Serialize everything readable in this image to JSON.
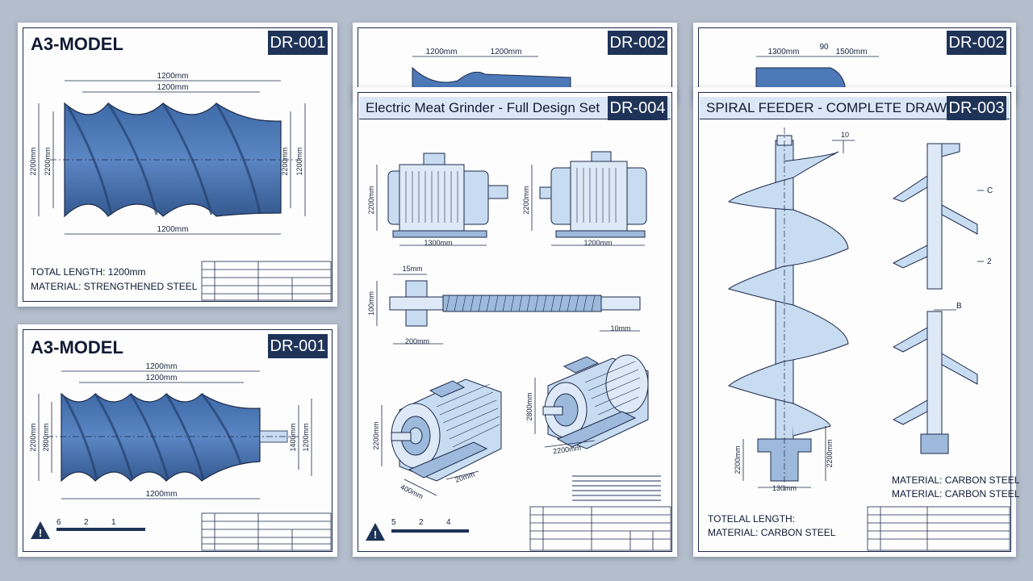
{
  "sheets": {
    "a": {
      "title": "A3-MODEL",
      "number": "DR-001",
      "dims": {
        "top_outer": "1200mm",
        "top_inner": "1200mm",
        "bottom": "1200mm",
        "left_outer": "2200mm",
        "left_inner": "2200mm",
        "right_inner": "2200mm",
        "right_outer": "1200mm"
      },
      "note_length": "TOTAL LENGTH: 1200mm",
      "note_material": "MATERIAL: STRENGTHENED STEEL"
    },
    "b": {
      "title": "A3-MODEL",
      "number": "DR-001",
      "dims": {
        "top_outer": "1200mm",
        "top_inner": "1200mm",
        "bottom": "1200mm",
        "left_outer": "2200mm",
        "left_inner": "2800mm",
        "right_inner": "1400mm",
        "right_outer": "1200mm"
      },
      "scale_labels": [
        "6",
        "2",
        "1"
      ]
    },
    "c": {
      "number": "DR-002",
      "dims": [
        "1200mm",
        "1200mm"
      ]
    },
    "d": {
      "title": "Electric Meat Grinder - Full Design Set",
      "number": "DR-004",
      "dims": {
        "motor1_w": "1300mm",
        "motor1_h": "2200mm",
        "motor2_w": "1200mm",
        "motor2_h": "2200mm",
        "shaft_top": "15mm",
        "shaft_h": "100mm",
        "shaft_bottom": "200mm",
        "shaft_end": "10mm",
        "iso1_h": "2200mm",
        "iso1_w": "400mm",
        "iso1_d": "20mm",
        "iso2_h": "2800mm",
        "iso2_w": "2200mm"
      },
      "scale_labels": [
        "5",
        "2",
        "4"
      ]
    },
    "e": {
      "number": "DR-002",
      "dims": [
        "1300mm",
        "90",
        "1500mm"
      ]
    },
    "f": {
      "title": "SPIRAL FEEDER - COMPLETE DRAWING",
      "number": "DR-003",
      "dims": {
        "top": "10",
        "bottom_w": "130mm",
        "left_h": "2200mm",
        "right_h": "2200mm",
        "sec_c": "C",
        "sec_2": "2",
        "sec_b": "B"
      },
      "note_material_1": "MATERIAL: CARBON STEEL",
      "note_material_2": "MATERIAL: CARBON STEEL",
      "note_length": "TOTELAL LENGTH:",
      "note_material_3": "MATERIAL: CARBON STEEL"
    }
  },
  "colors": {
    "steel_blue": "#4d79b8",
    "light_blue": "#c7dbf1",
    "navy": "#1f3358",
    "line": "#1d2a4a"
  }
}
